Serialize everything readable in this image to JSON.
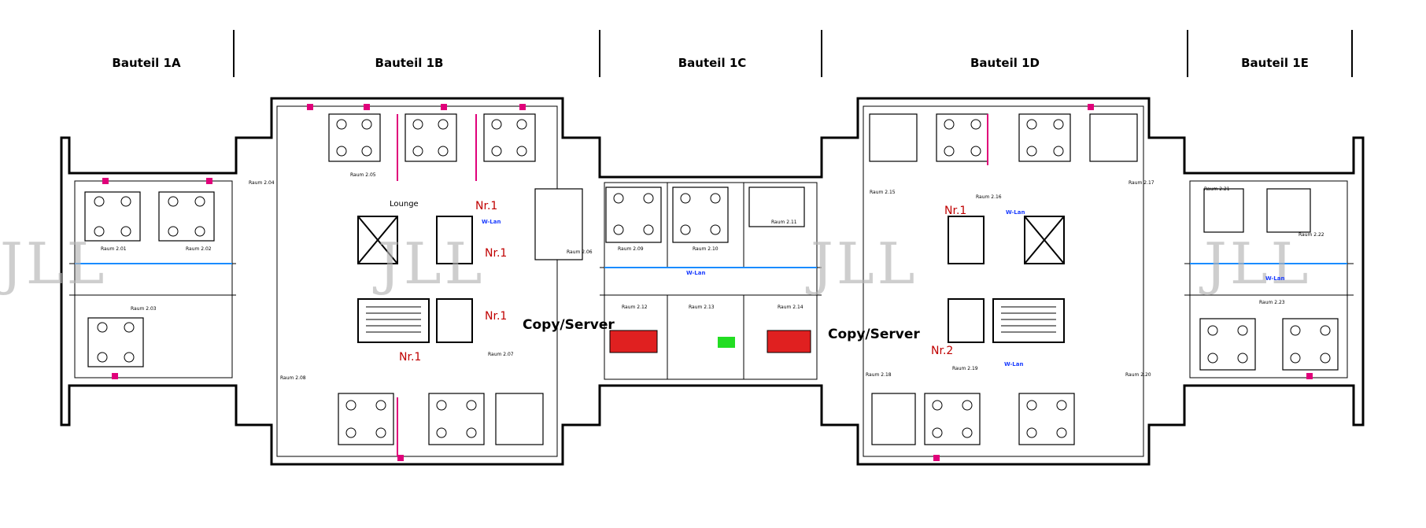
{
  "sections": [
    {
      "label": "Bauteil 1A"
    },
    {
      "label": "Bauteil 1B"
    },
    {
      "label": "Bauteil 1C"
    },
    {
      "label": "Bauteil 1D"
    },
    {
      "label": "Bauteil 1E"
    }
  ],
  "rooms": {
    "r1": "Raum 2.01",
    "r2": "Raum 2.02",
    "r3": "Raum 2.03",
    "r4": "Raum 2.04",
    "r5": "Raum 2.05",
    "r6": "Raum 2.06",
    "r7": "Raum 2.07",
    "r8": "Raum 2.08",
    "r9": "Raum 2.09",
    "r10": "Raum 2.10",
    "r11": "Raum 2.11",
    "r12": "Raum 2.12",
    "r13": "Raum 2.13",
    "r14": "Raum 2.14",
    "r15": "Raum 2.15",
    "r16": "Raum 2.16",
    "r17": "Raum 2.17",
    "r18": "Raum 2.18",
    "r19": "Raum 2.19",
    "r20": "Raum 2.20",
    "r21": "Raum 2.21",
    "r22": "Raum 2.22",
    "r23": "Raum 2.23"
  },
  "labels": {
    "lounge": "Lounge",
    "copy_left": "Copy/Server",
    "copy_right": "Copy/Server",
    "nr1_a": "Nr.1",
    "nr1_b": "Nr.1",
    "nr1_c": "Nr.1",
    "nr1_d": "Nr.1",
    "nr1_e": "Nr.1",
    "nr2": "Nr.2",
    "wlan": "W-Lan"
  },
  "watermark": "JLL",
  "colors": {
    "wall": "#000000",
    "accent_red": "#d40000",
    "accent_pink": "#e0007a",
    "accent_blue": "#1a3cff",
    "watermark": "#b5b5b5"
  }
}
